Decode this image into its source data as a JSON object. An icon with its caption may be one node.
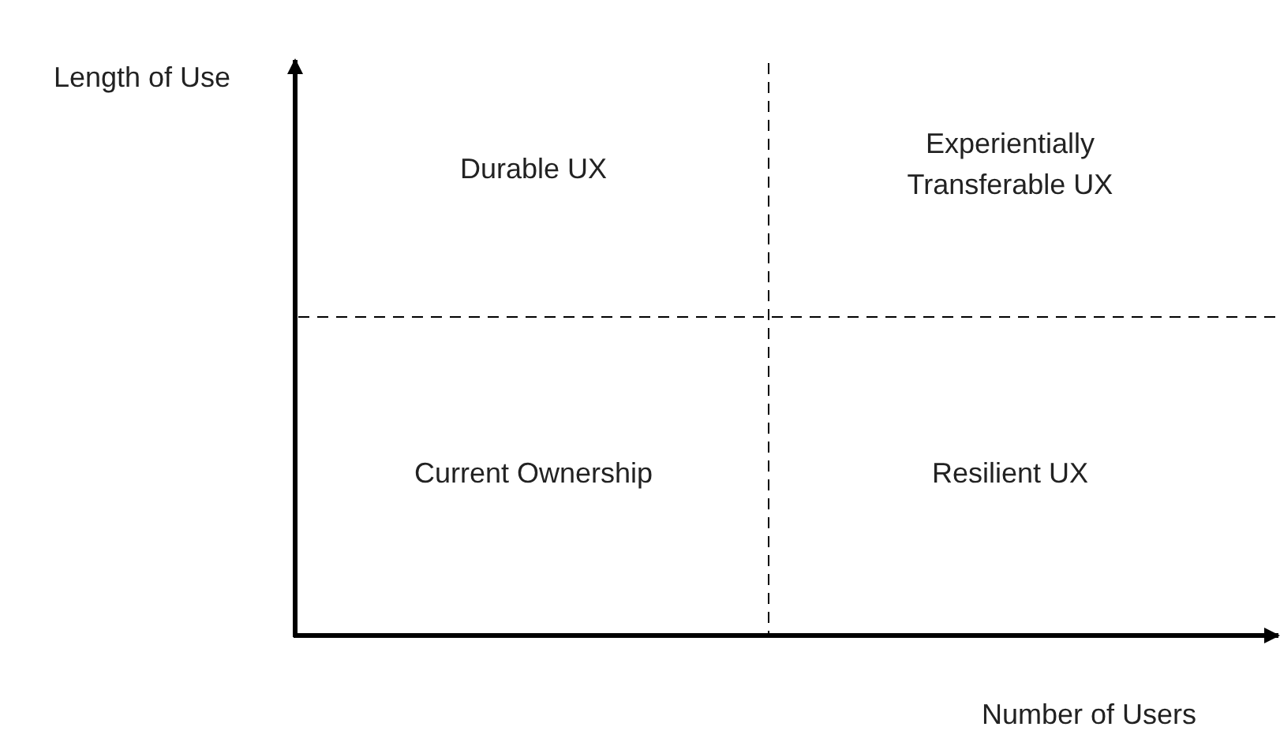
{
  "diagram": {
    "labels": [
      "Length of Use",
      "Durable UX",
      "Experientially Transferable UX",
      "Current Ownership",
      "Resilient UX",
      "Number of Users"
    ]
  }
}
